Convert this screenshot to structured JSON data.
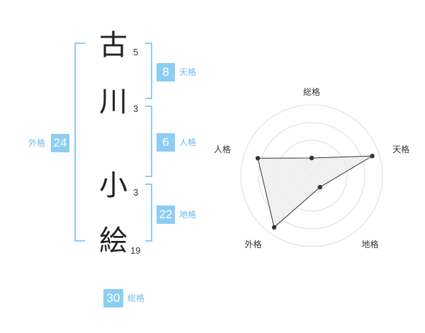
{
  "name": {
    "chars": [
      {
        "char": "古",
        "strokes": "5"
      },
      {
        "char": "川",
        "strokes": "3"
      },
      {
        "char": "小",
        "strokes": "3"
      },
      {
        "char": "絵",
        "strokes": "19"
      }
    ]
  },
  "scores": {
    "tenkaku": {
      "value": "8",
      "label": "天格"
    },
    "jinkaku": {
      "value": "6",
      "label": "人格"
    },
    "chikaku": {
      "value": "22",
      "label": "地格"
    },
    "gaikaku": {
      "value": "24",
      "label": "外格"
    },
    "soukaku": {
      "value": "30",
      "label": "総格"
    }
  },
  "colors": {
    "accent": "#8ccdf2",
    "accent_text": "#6cbbe8",
    "radar_fill": "#eeeeee",
    "radar_grid": "#dddddd"
  },
  "chart_data": {
    "type": "radar",
    "axes": [
      "総格",
      "天格",
      "地格",
      "外格",
      "人格"
    ],
    "rings": 4,
    "values": [
      0.25,
      0.9,
      0.2,
      0.9,
      0.8
    ],
    "range": [
      0,
      1
    ]
  }
}
